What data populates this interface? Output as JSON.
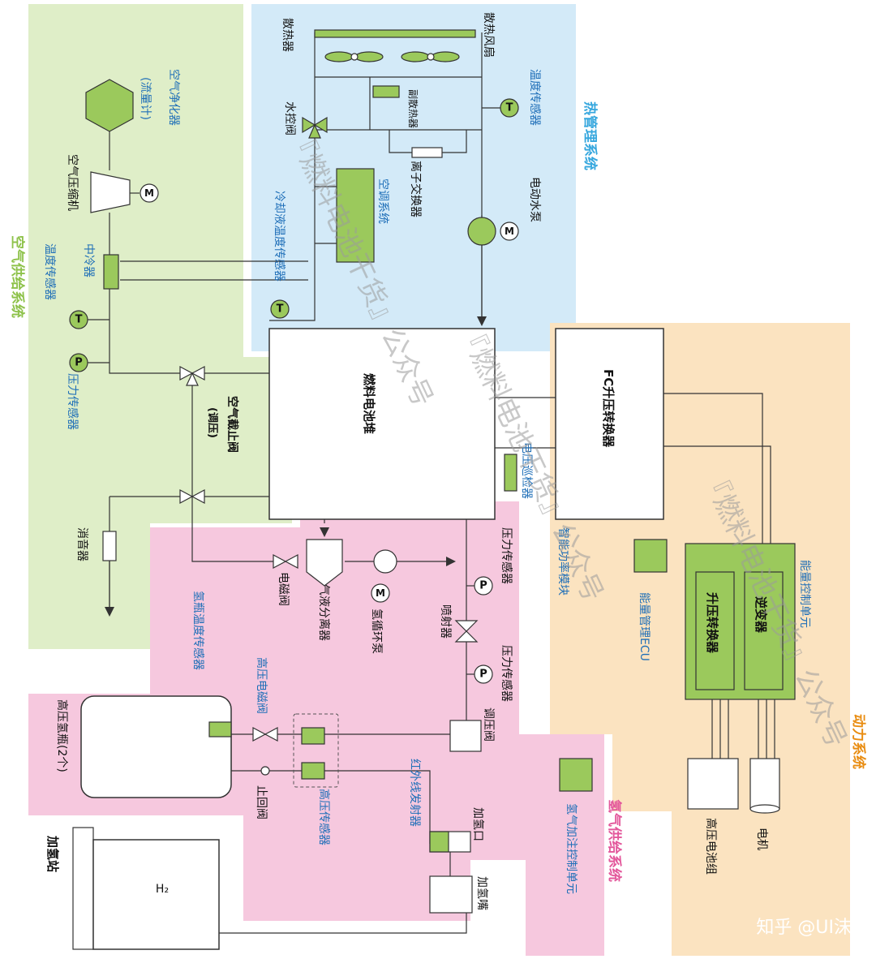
{
  "systems": {
    "air_supply": "空气供给系统",
    "thermal": "热管理系统",
    "hydrogen_supply": "氢气供给系统",
    "power": "动力系统"
  },
  "air": {
    "purifier": "空气净化器",
    "flowmeter": "(流量计)",
    "compressor": "空气压缩机",
    "intercooler": "中冷器",
    "temp_sensor": "温度传感器",
    "pressure_sensor": "压力传感器",
    "shutoff_valve": "空气截止阀",
    "shutoff_valve_sub": "(调压)",
    "muffler": "消音器"
  },
  "thermal": {
    "radiator": "散热器",
    "fan": "散热风扇",
    "temp_sensor": "温度传感器",
    "sub_radiator": "副散热器",
    "water_valve": "水控阀",
    "ion_exchanger": "离子交换器",
    "ac": "空调系统",
    "pump": "电动水泵",
    "coolant_temp_sensor": "冷却液温度传感器"
  },
  "stack": {
    "name": "燃料电池堆",
    "voltage_monitor": "电压巡检器"
  },
  "power": {
    "fc_converter": "FC升压转换器",
    "smart_module": "智能功率模块",
    "ecu": "能量管理ECU",
    "control_unit": "能量控制单元",
    "inverter": "逆变器",
    "boost": "升压转换器",
    "battery": "高压电池组",
    "motor": "电机"
  },
  "hydrogen": {
    "pressure_sensor_1": "压力传感器",
    "pressure_sensor_2": "压力传感器",
    "ejector": "喷射器",
    "pressure_reg": "调压阀",
    "separator": "气液分离器",
    "solenoid": "电磁阀",
    "recirc_pump": "氢循环泵",
    "hp_solenoid": "高压电磁阀",
    "tank_temp_sensor": "氢瓶温度传感器",
    "tank": "高压氢瓶(2个)",
    "check_valve": "止回阀",
    "hp_sensor": "高压传感器",
    "ir_emitter": "红外线发射器",
    "filler_port": "加氢口",
    "nozzle": "加氢嘴",
    "filling_ctrl": "氢气加注控制单元",
    "station": "加氢站",
    "h2": "H₂"
  },
  "badges": {
    "T": "T",
    "P": "P",
    "M": "M"
  },
  "watermark": {
    "text": "『燃料电池干货』公众号"
  },
  "brand": "知乎 @UI沫",
  "colors": {
    "green_zone": "#dfeec8",
    "blue_zone": "#d3eaf8",
    "pink_zone": "#f6c8de",
    "orange_zone": "#fbe3c0",
    "green_fill": "#9bc95c",
    "label_blue": "#1f6fb8",
    "system_green": "#8ec24a",
    "system_blue": "#36a7de",
    "system_pink": "#e3579b",
    "system_orange": "#e98d12"
  }
}
